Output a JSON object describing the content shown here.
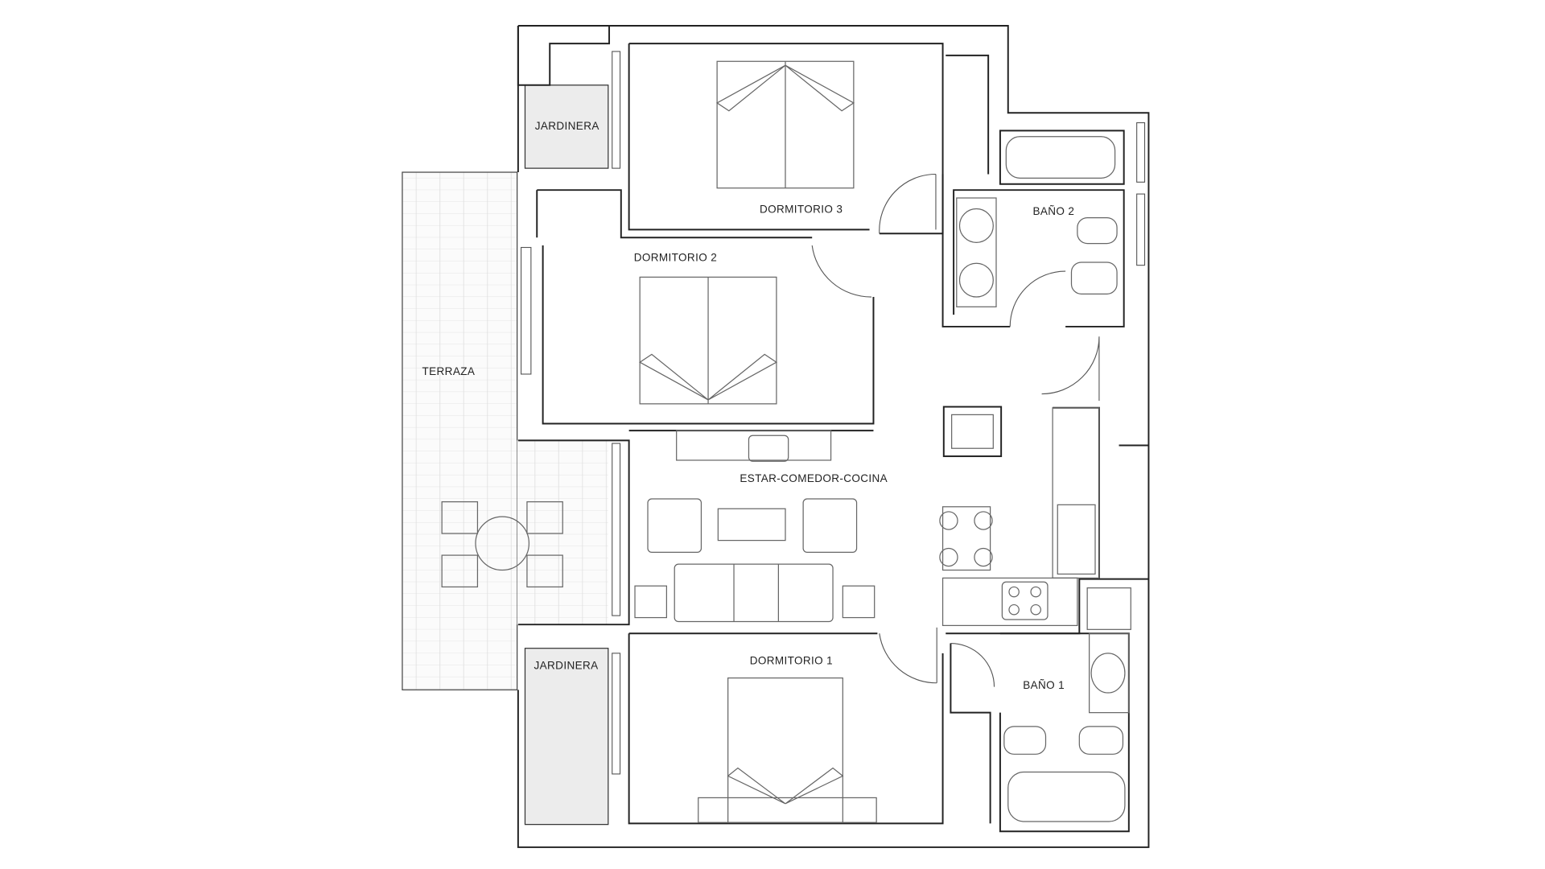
{
  "plan": {
    "rooms": {
      "dormitorio3": "DORMITORIO 3",
      "dormitorio2": "DORMITORIO 2",
      "dormitorio1": "DORMITORIO 1",
      "bano2": "BAÑO 2",
      "bano1": "BAÑO 1",
      "estar": "ESTAR-COMEDOR-COCINA",
      "terraza": "TERRAZA",
      "jardinera_top": "JARDINERA",
      "jardinera_bottom": "JARDINERA"
    }
  }
}
